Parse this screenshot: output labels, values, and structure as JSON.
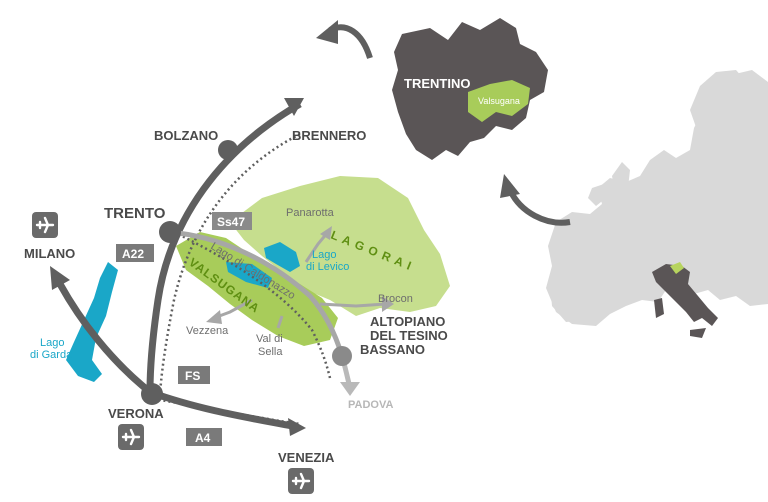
{
  "cities": {
    "bolzano": "BOLZANO",
    "brennero": "BRENNERO",
    "trento": "TRENTO",
    "milano": "MILANO",
    "verona": "VERONA",
    "venezia": "VENEZIA",
    "bassano": "BASSANO",
    "padova": "PADOVA"
  },
  "places": {
    "panarotta": "Panarotta",
    "brocon": "Brocon",
    "vezzena": "Vezzena",
    "val": "Val di",
    "sella": "Sella",
    "altopiano_1": "ALTOPIANO",
    "altopiano_2": "DEL TESINO"
  },
  "lakes": {
    "garda_1": "Lago",
    "garda_2": "di Garda",
    "levico_1": "Lago",
    "levico_2": "di Levico",
    "caldonazzo": "Lago di Caldonazzo"
  },
  "regions": {
    "lagorai": "L A G O R A I",
    "valsugana": "VALSUGANA",
    "trentino": "TRENTINO",
    "valsugana_inset": "Valsugana"
  },
  "roads": {
    "a22": "A22",
    "a4": "A4",
    "ss47": "Ss47",
    "fs": "FS"
  },
  "icons": [
    "airplane-icon-milano",
    "airplane-icon-verona",
    "airplane-icon-venezia"
  ],
  "colors": {
    "road": "#5f5f5f",
    "lake": "#1aa7c8",
    "valsugana_green": "#a8cc5a",
    "lagorai_green": "#c6de8e",
    "trentino": "#5a5556",
    "europe": "#d8d8d8",
    "italy": "#5a5556",
    "badge": "#7a7a7a"
  }
}
